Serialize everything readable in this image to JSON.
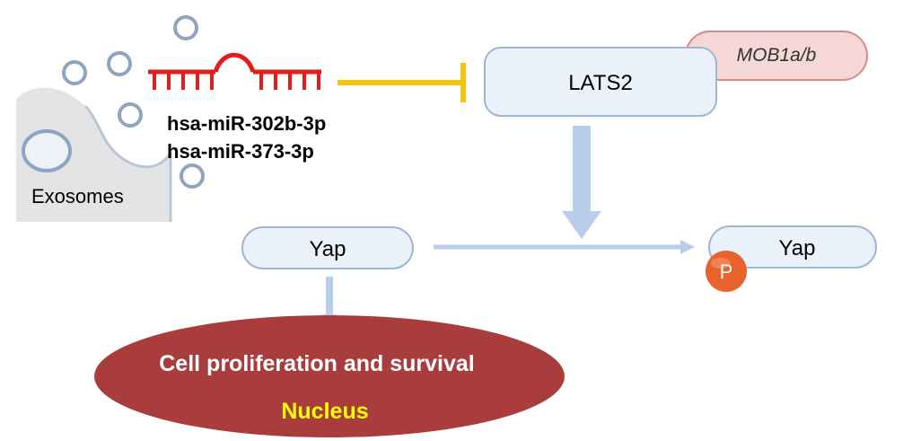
{
  "mirna": {
    "line1": "hsa-miR-302b-3p",
    "line2": "hsa-miR-373-3p"
  },
  "cell_label": "Exosomes",
  "nodes": {
    "lats2": "LATS2",
    "mob1": "MOB1a/b",
    "yap_left": "Yap",
    "yap_right": "Yap",
    "phospho": "P"
  },
  "nucleus": {
    "outcome": "Cell proliferation and survival",
    "label": "Nucleus"
  },
  "colors": {
    "rna_red": "#e11d1d",
    "inhibit_yellow": "#f6c40c",
    "node_fill": "#eaf1fb",
    "node_stroke": "#9fb6d3",
    "arrow_blue": "#b7cde9",
    "mob_fill": "#f6d7d7",
    "mob_stroke": "#d98a8a",
    "nucleus_fill": "#a93d3e",
    "nucleus_text": "#ffffff",
    "nucleus_label": "#ffff00",
    "phospho_fill": "#e8642c",
    "cell_fill": "#e4e4e6",
    "vesicle_stroke": "#8ea4bf"
  }
}
